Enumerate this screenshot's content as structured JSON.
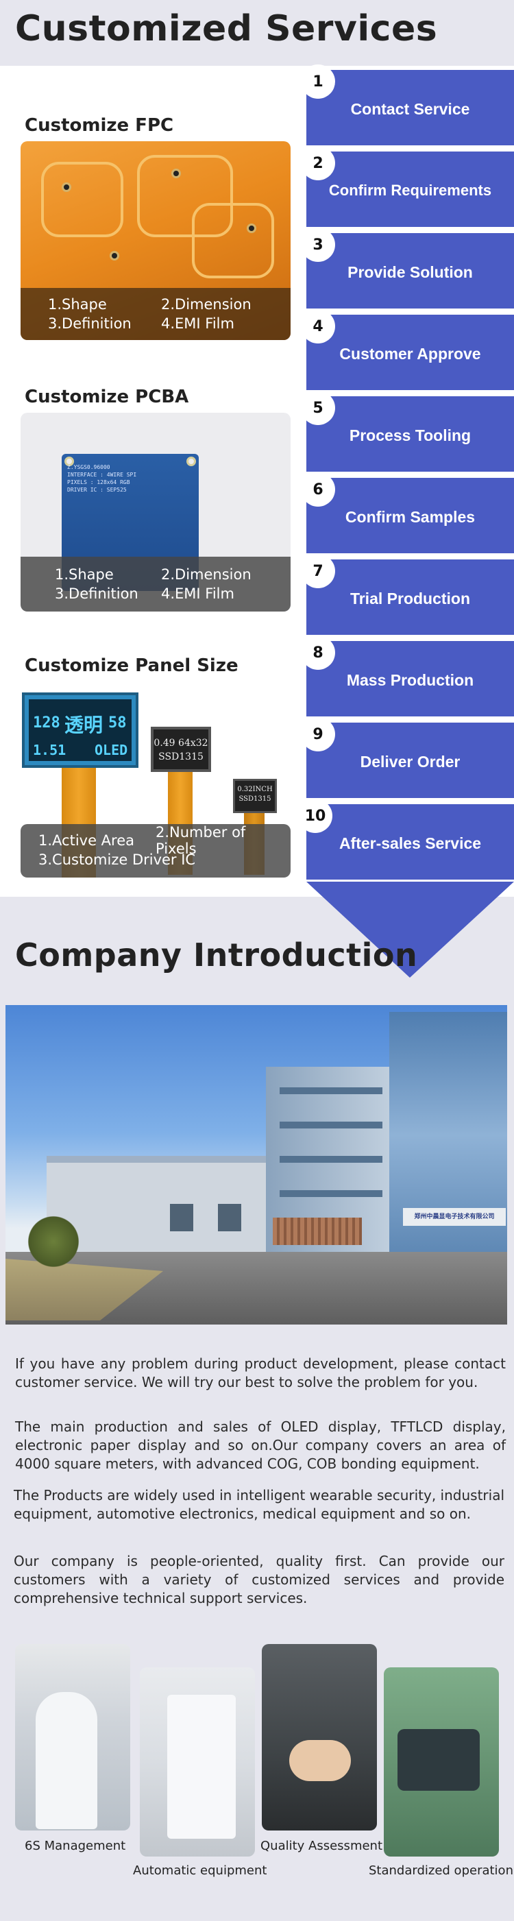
{
  "services_section": {
    "title": "Customized Services",
    "categories": [
      {
        "title": "Customize FPC",
        "features": [
          "1.Shape",
          "2.Dimension",
          "3.Definition",
          "4.EMI Film"
        ]
      },
      {
        "title": "Customize PCBA",
        "features": [
          "1.Shape",
          "2.Dimension",
          "3.Definition",
          "4.EMI Film"
        ]
      },
      {
        "title": "Customize Panel Size",
        "features": [
          "1.Active Area",
          "2.Number of Pixels",
          "3.Customize Driver IC"
        ]
      }
    ],
    "pcba_silkscreen": [
      "Z.YSGS0.96000",
      "INTERFACE : 4WIRE SPI",
      "PIXELS : 128x64 RGB",
      "DRIVER IC : SEP525"
    ],
    "panel_labels": {
      "big": [
        "128",
        "透明",
        "58",
        "1.51",
        "OLED"
      ],
      "medium": [
        "0.49 64x32",
        "SSD1315"
      ],
      "small": [
        "0.32INCH",
        "SSD1315"
      ]
    },
    "steps": [
      {
        "num": "1",
        "label": "Contact Service"
      },
      {
        "num": "2",
        "label": "Confirm Requirements"
      },
      {
        "num": "3",
        "label": "Provide Solution"
      },
      {
        "num": "4",
        "label": "Customer Approve"
      },
      {
        "num": "5",
        "label": "Process Tooling"
      },
      {
        "num": "6",
        "label": "Confirm Samples"
      },
      {
        "num": "7",
        "label": "Trial Production"
      },
      {
        "num": "8",
        "label": "Mass Production"
      },
      {
        "num": "9",
        "label": "Deliver Order"
      },
      {
        "num": "10",
        "label": "After-sales Service"
      }
    ]
  },
  "company_section": {
    "title": "Company Introduction",
    "building_sign": "郑州中晨显电子技术有限公司",
    "paragraphs": [
      "If you have any problem during product development, please contact customer service. We will try our best to solve the problem for you.",
      "The main production and sales of OLED display, TFTLCD display, electronic paper display and so on.Our company covers an area of 4000 square meters, with advanced COG, COB bonding equipment.",
      "The Products are widely used in intelligent wearable security, industrial equipment, automotive electronics, medical equipment and so on.",
      "Our company is people-oriented, quality first. Can provide our customers with a variety of customized services and provide comprehensive technical support services."
    ],
    "gallery": [
      {
        "caption": "6S Management"
      },
      {
        "caption": "Automatic equipment"
      },
      {
        "caption": "Quality Assessment"
      },
      {
        "caption": "Standardized operation"
      }
    ]
  },
  "colors": {
    "step_blue": "#4a5bc3",
    "page_bg": "#e6e6ee",
    "panel_white": "#ffffff"
  }
}
